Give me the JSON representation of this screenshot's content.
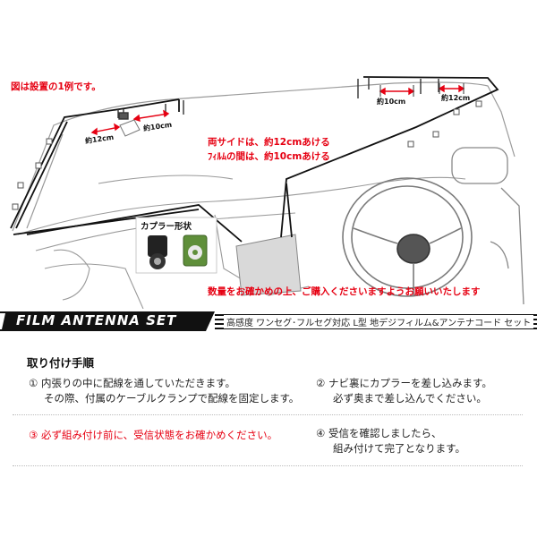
{
  "diagram": {
    "note_example": "図は設置の1例です。",
    "dim_left_12": "約12cm",
    "dim_left_10": "約10cm",
    "dim_right_10": "約10cm",
    "dim_right_12": "約12cm",
    "note_sides": "両サイドは、約12cmあける",
    "note_films": "ﾌｨﾙﾑの間は、約10cmあける",
    "coupler_label": "カプラー形状",
    "note_quantity": "数量をお確かめの上、ご購入くださいますようお願いいたします"
  },
  "banner": {
    "title": "FILM ANTENNA SET",
    "subtitle": "高感度 ワンセグ･フルセグ対応 L型 地デジフィルム&アンテナコード セット"
  },
  "instructions": {
    "title": "取り付け手順",
    "steps": [
      {
        "line1": "① 内張りの中に配線を通していただきます。",
        "line2": "その際、付属のケーブルクランプで配線を固定します。"
      },
      {
        "line1": "② ナビ裏にカプラーを差し込みます。",
        "line2": "必ず奥まで差し込んでください。"
      },
      {
        "line1": "③ 必ず組み付け前に、受信状態をお確かめください。"
      },
      {
        "line1": "④ 受信を確認しましたら、",
        "line2": "組み付けて完了となります。"
      }
    ]
  },
  "colors": {
    "accent_red": "#e60012",
    "banner_black": "#111111"
  }
}
